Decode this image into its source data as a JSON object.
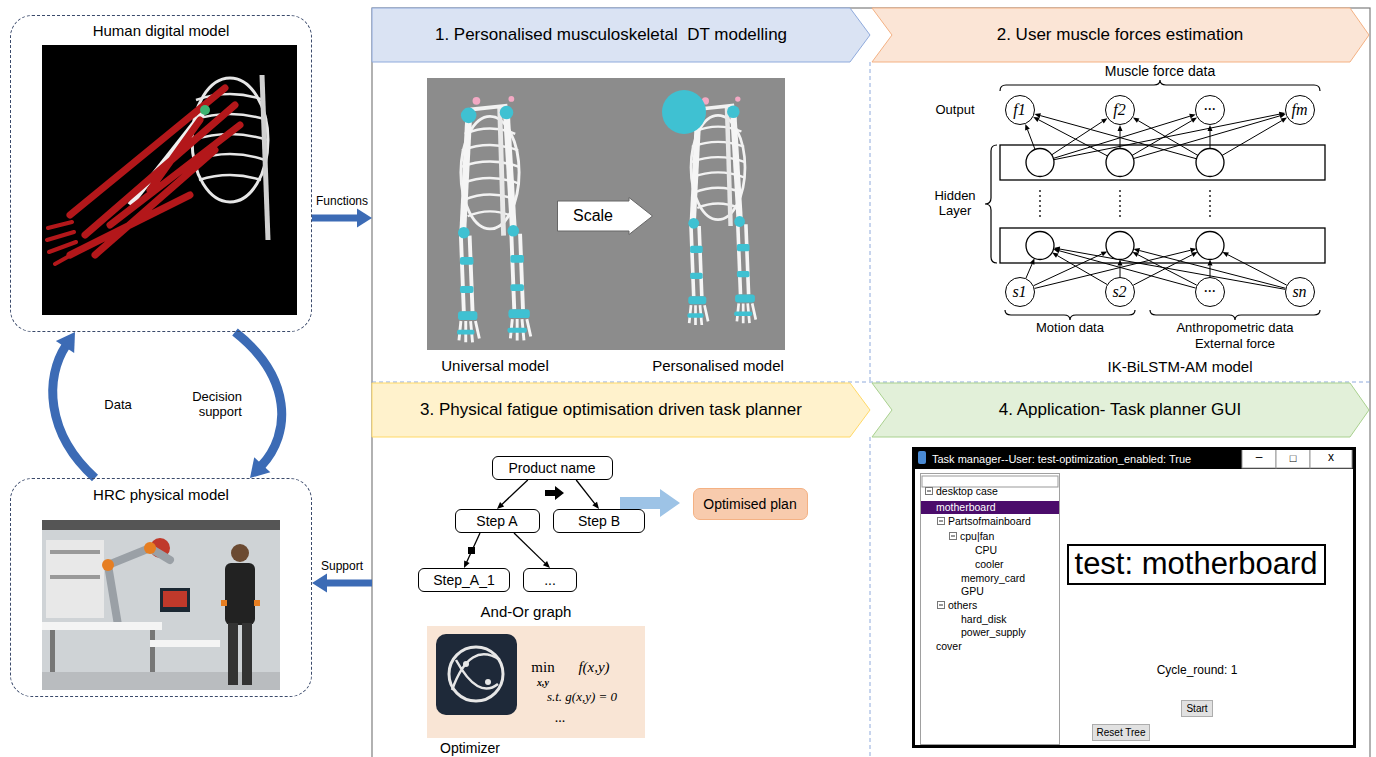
{
  "diagram": {
    "nodes": [
      {
        "text": [
          "Human digital model"
        ]
      },
      {
        "text": [
          "HRC physical model"
        ]
      },
      {
        "text": [
          "1. Personalised musculoskeletal  DT modelling"
        ]
      },
      {
        "text": [
          "Scale"
        ],
        "in": 2
      },
      {
        "text": [
          "2. User muscle forces estimation"
        ]
      },
      {
        "text": [
          "f1"
        ],
        "in": 4
      },
      {
        "text": [
          "f2"
        ],
        "in": 4
      },
      {
        "text": [
          "···"
        ],
        "in": 4
      },
      {
        "text": [
          "fm"
        ],
        "in": 4
      },
      {
        "text": [
          "s1"
        ],
        "in": 4
      },
      {
        "text": [
          "s2"
        ],
        "in": 4
      },
      {
        "text": [
          "···"
        ],
        "in": 4
      },
      {
        "text": [
          "sn"
        ],
        "in": 4
      },
      {
        "text": [
          "3. Physical fatigue optimisation driven task planner"
        ]
      },
      {
        "text": [
          "Product name"
        ],
        "in": 13
      },
      {
        "text": [
          "Step A"
        ],
        "in": 13
      },
      {
        "text": [
          "Step B"
        ],
        "in": 13
      },
      {
        "text": [
          "Step_A_1"
        ],
        "in": 13
      },
      {
        "text": [
          "..."
        ],
        "in": 13
      },
      {
        "text": [
          "Optimised plan"
        ],
        "in": 13
      },
      {
        "text": [
          "4. Application- Task planner GUI"
        ]
      },
      {
        "text": [
          "Task manager--User: test-optimization_enabled: True"
        ],
        "in": 20
      },
      {
        "text": [
          "desktop case",
          "motherboard",
          "Partsofmainboard",
          "cpu|fan",
          "CPU",
          "cooler",
          "memory_card",
          "GPU",
          "others",
          "hard_disk",
          "power_supply",
          "cover"
        ],
        "in": 21
      },
      {
        "text": [
          "test: motherboard"
        ],
        "in": 21
      },
      {
        "text": [
          "Start"
        ],
        "in": 21
      },
      {
        "text": [
          "Reset Tree"
        ],
        "in": 21
      }
    ],
    "edges": [
      {
        "from": 0,
        "to": 2,
        "label": "Functions",
        "arrow": "to"
      },
      {
        "from": 13,
        "to": 1,
        "label": "Support",
        "arrow": "to"
      },
      {
        "from": 1,
        "to": 0,
        "label": "Data",
        "arrow": "to"
      },
      {
        "from": 0,
        "to": 1,
        "label": "Decision support",
        "arrow": "to"
      },
      {
        "from": 14,
        "to": 15,
        "arrow": "to"
      },
      {
        "from": 14,
        "to": 16,
        "arrow": "to"
      },
      {
        "from": 15,
        "to": 17,
        "arrow": "to"
      },
      {
        "from": 15,
        "to": 18,
        "arrow": "to"
      }
    ],
    "labels": [
      "Universal model",
      "Personalised model",
      "Muscle force data",
      "Output",
      "Hidden Layer",
      "Motion data",
      "Anthropometric data",
      "External force",
      "IK-BiLSTM-AM model",
      "And-Or graph",
      "min",
      "x,y",
      "f(x,y)",
      "s.t. g(x,y) = 0",
      "...",
      "Optimizer",
      "–",
      "□",
      "x",
      "Cycle_round: 1"
    ]
  }
}
